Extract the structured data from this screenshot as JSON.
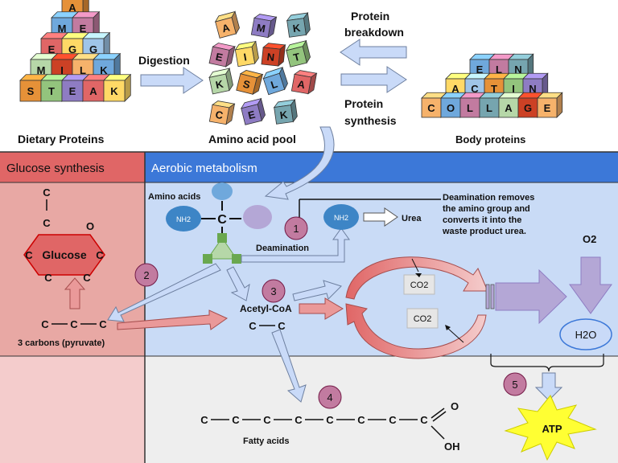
{
  "top": {
    "dietary_label": "Dietary Proteins",
    "pool_label": "Amino acid pool",
    "body_label": "Body proteins",
    "digestion": "Digestion",
    "breakdown_line1": "Protein",
    "breakdown_line2": "breakdown",
    "synthesis_line1": "Protein",
    "synthesis_line2": "synthesis"
  },
  "dietary_rows": [
    [
      "A"
    ],
    [
      "M",
      "E"
    ],
    [
      "E",
      "G",
      "G"
    ],
    [
      "M",
      "I",
      "L",
      "K"
    ],
    [
      "S",
      "T",
      "E",
      "A",
      "K"
    ]
  ],
  "pool_letters": [
    [
      "A",
      "M",
      "K"
    ],
    [
      "E",
      "I",
      "N",
      "T"
    ],
    [
      "K",
      "S",
      "L",
      "A"
    ],
    [
      "C",
      "E",
      "K"
    ]
  ],
  "body_rows": [
    [
      "E",
      "L",
      "N"
    ],
    [
      "A",
      "C",
      "T",
      "I",
      "N"
    ],
    [
      "C",
      "O",
      "L",
      "L",
      "A",
      "G",
      "E"
    ]
  ],
  "panels": {
    "glucose_title": "Glucose synthesis",
    "aerobic_title": "Aerobic metabolism"
  },
  "labels": {
    "amino_acids": "Amino acids",
    "nh2": "NH2",
    "urea": "Urea",
    "deamination": "Deamination",
    "deamination_note": [
      "Deamination removes",
      "the amino group and",
      "converts it into the",
      "waste product urea."
    ],
    "glucose": "Glucose",
    "pyruvate": "3 carbons (pyruvate)",
    "acetyl": "Acetyl-CoA",
    "fatty": "Fatty acids",
    "co2": "CO2",
    "o2": "O2",
    "h2o": "H2O",
    "atp": "ATP",
    "c": "C",
    "o": "O",
    "oh": "OH"
  },
  "steps": [
    "1",
    "2",
    "3",
    "4",
    "5"
  ],
  "colors": {
    "panel_red": "#e8a8a4",
    "panel_blue": "#c9dbf6",
    "header_red": "#e06666",
    "header_blue": "#3c78d8",
    "gray": "#eeeeee",
    "circle": "#c27ba0",
    "atp": "#ffff33",
    "arrow_blue": "#c9daf8",
    "arrow_red": "#ea9999",
    "arrow_purple": "#b4a7d6"
  }
}
